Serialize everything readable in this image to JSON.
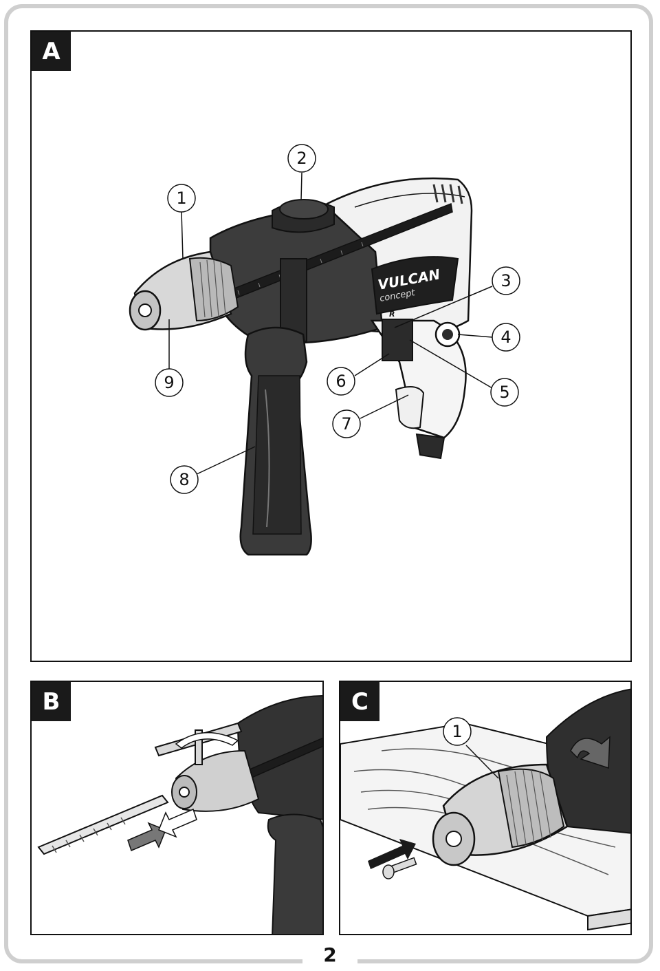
{
  "panels": [
    {
      "label": "A",
      "callouts": [
        "1",
        "2",
        "3",
        "4",
        "5",
        "6",
        "7",
        "8",
        "9"
      ]
    },
    {
      "label": "B"
    },
    {
      "label": "C",
      "callouts": [
        "1"
      ]
    }
  ],
  "drill": {
    "brand": "VULCAN",
    "brand_sub": "concept",
    "direction_mark": "R"
  },
  "page_number": "2"
}
